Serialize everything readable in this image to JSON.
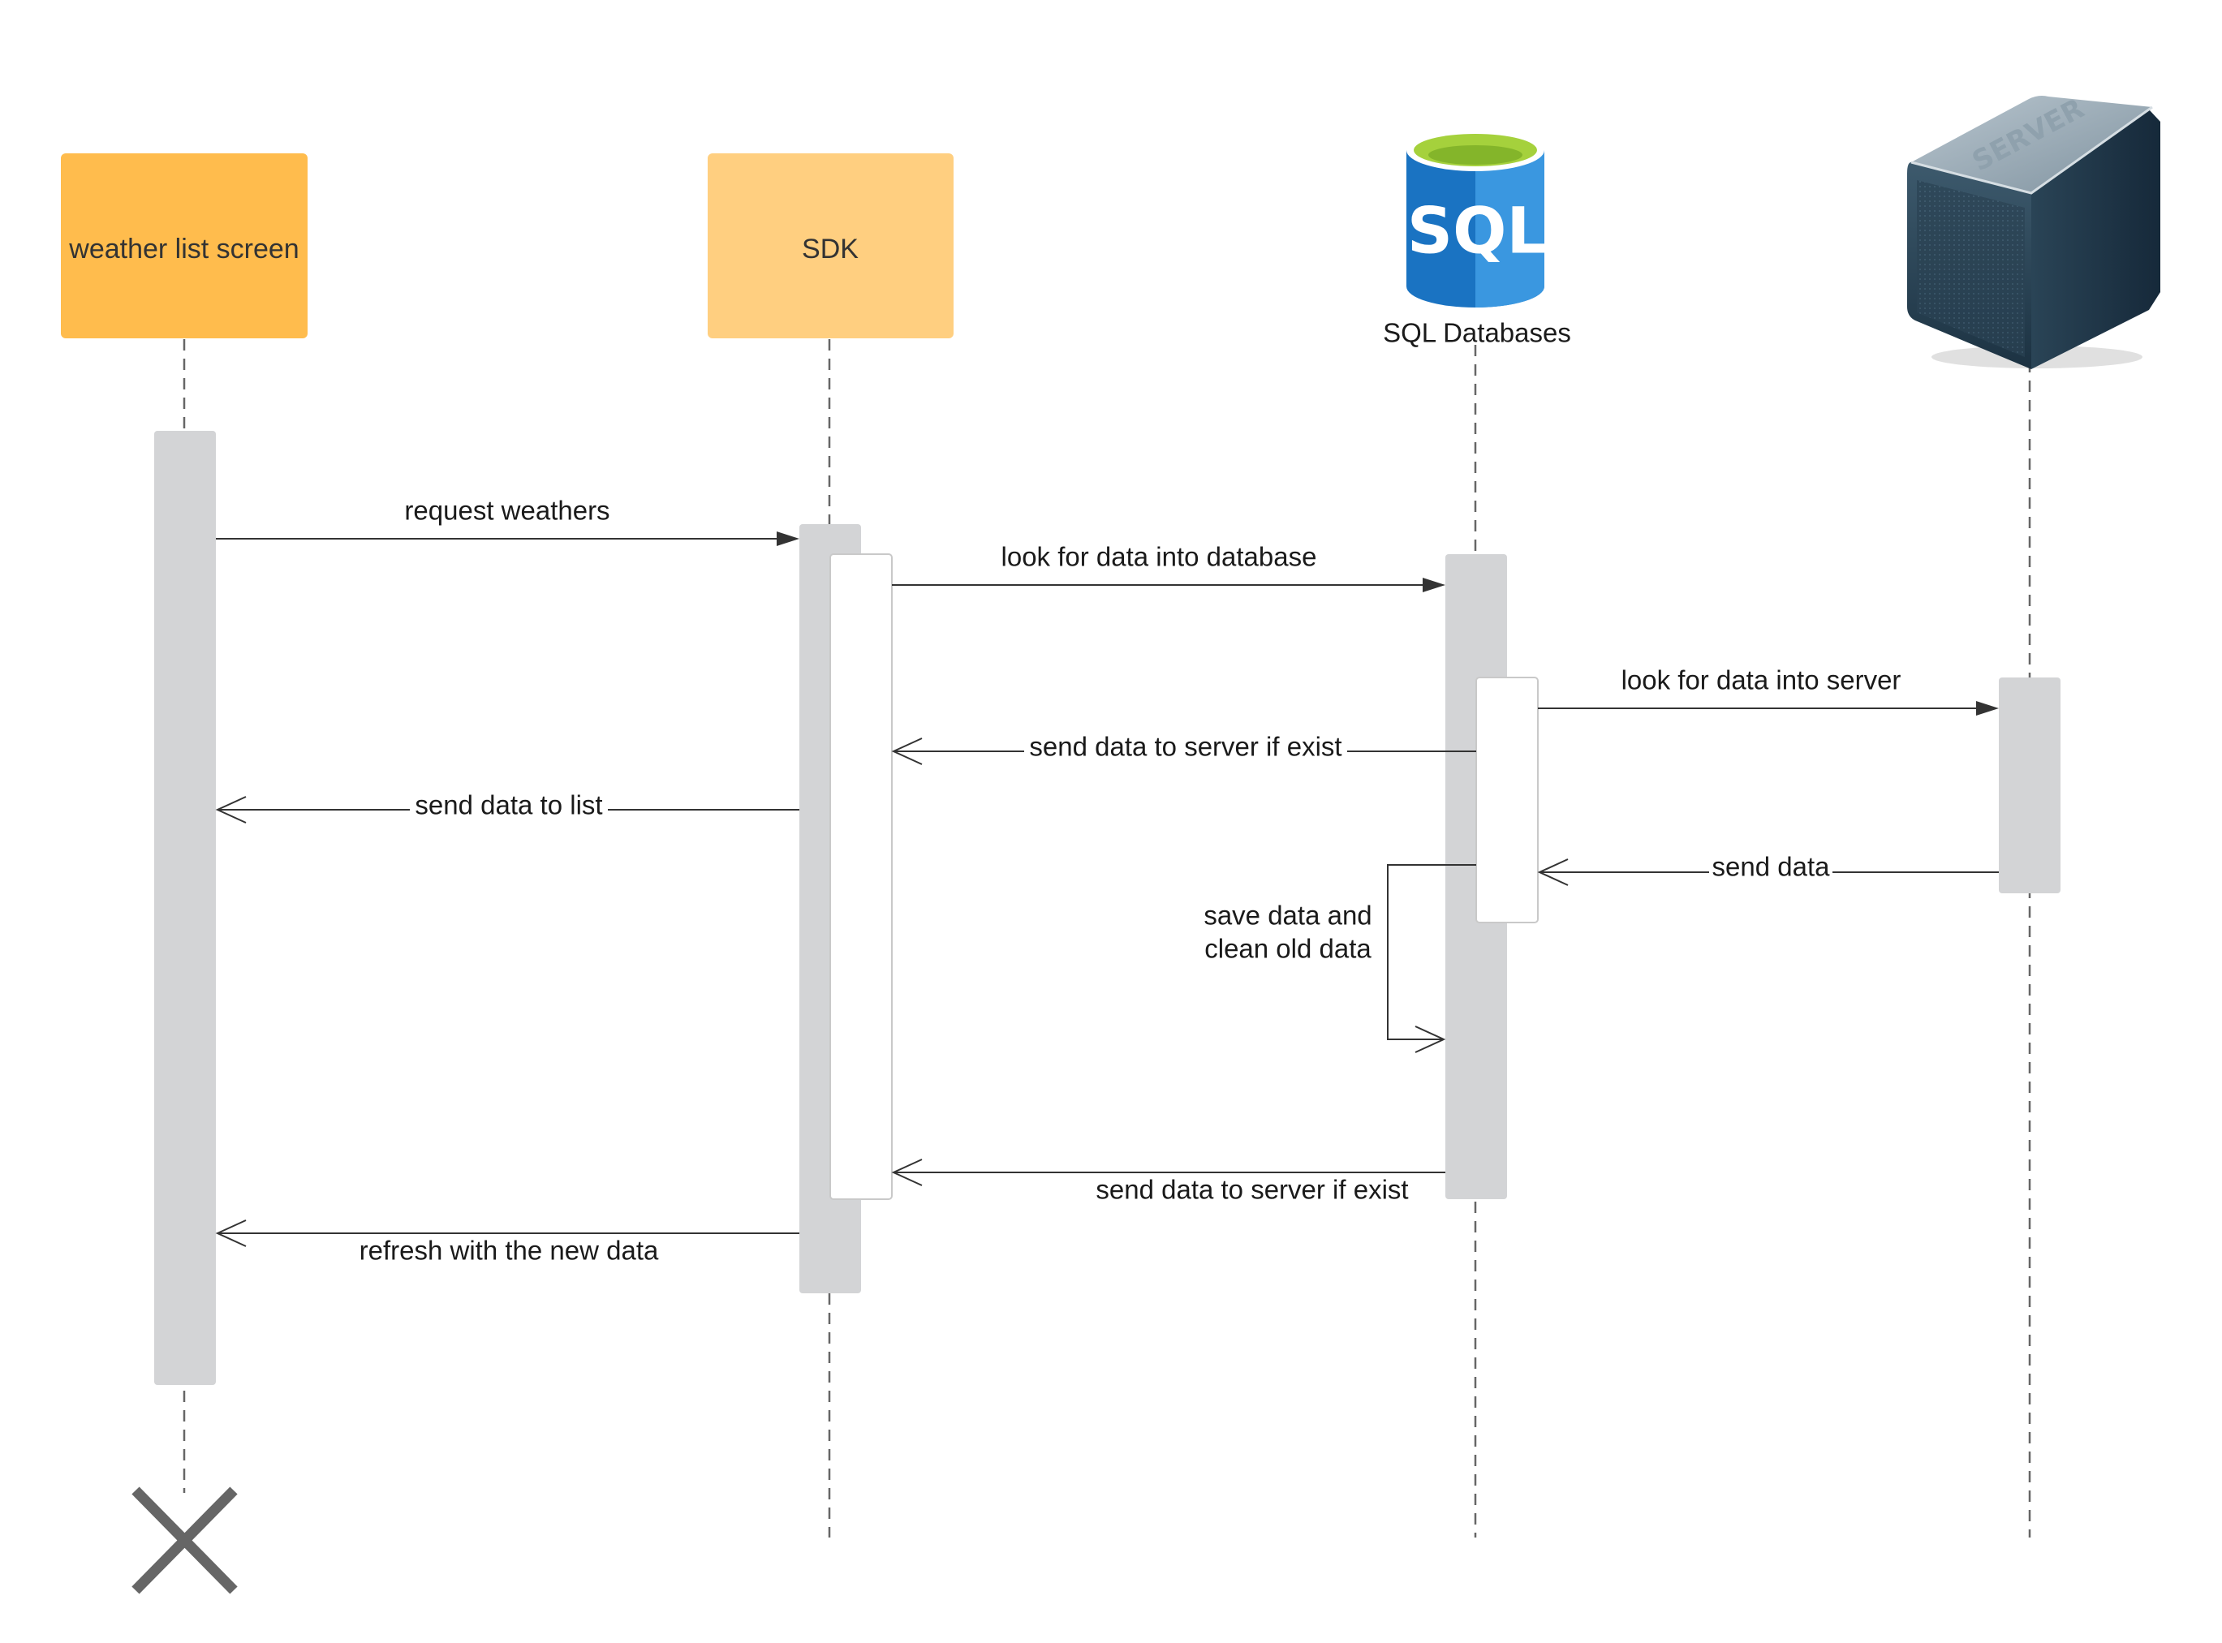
{
  "participants": [
    {
      "id": "weather",
      "label": "weather list screen",
      "type": "box",
      "color": "#ffbc4d"
    },
    {
      "id": "sdk",
      "label": "SDK",
      "type": "box",
      "color": "#ffcf80"
    },
    {
      "id": "sql",
      "label": "SQL Databases",
      "type": "database",
      "icon_text": "SQL",
      "icon": "sql-database-icon"
    },
    {
      "id": "server",
      "label": "",
      "type": "server",
      "icon_text": "SERVER",
      "icon": "server-icon"
    }
  ],
  "messages": [
    {
      "label": "request weathers",
      "from": "weather",
      "to": "sdk",
      "style": "sync"
    },
    {
      "label": "look for data into database",
      "from": "sdk",
      "to": "sql",
      "style": "sync"
    },
    {
      "label": "look for data into server",
      "from": "sql",
      "to": "server",
      "style": "sync"
    },
    {
      "label": "send data to server if exist",
      "from": "sql",
      "to": "sdk",
      "style": "reply"
    },
    {
      "label": "send data to list",
      "from": "sdk",
      "to": "weather",
      "style": "reply"
    },
    {
      "label": "send data",
      "from": "server",
      "to": "sql",
      "style": "reply"
    },
    {
      "label_lines": [
        "save data and",
        "clean old data"
      ],
      "from": "sql",
      "to": "sql",
      "style": "self"
    },
    {
      "label": "send data to server if exist",
      "from": "sql",
      "to": "sdk",
      "style": "reply"
    },
    {
      "label": "refresh with the new data",
      "from": "sdk",
      "to": "weather",
      "style": "reply"
    }
  ],
  "terminator": {
    "participant": "weather",
    "icon": "destroy-x-icon"
  },
  "colors": {
    "activation": "#d3d4d6",
    "sql_blue": "#2b88d8",
    "sql_top": "#9fcf2a",
    "server_dark": "#2f4a5c"
  }
}
